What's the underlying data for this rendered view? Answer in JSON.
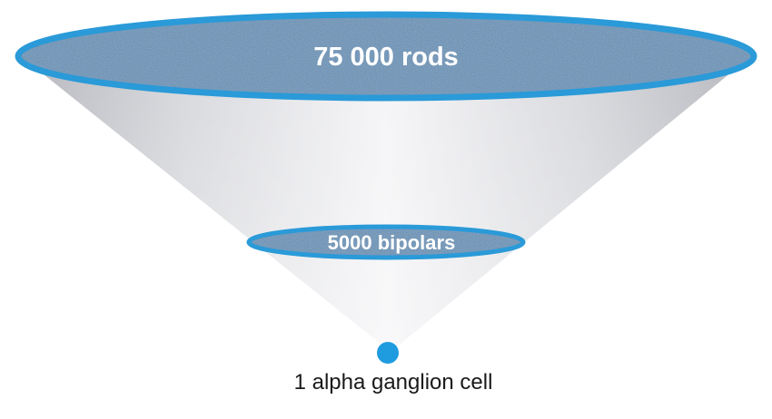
{
  "diagram": {
    "title": "Convergence onto an alpha ganglion cell",
    "levels": [
      {
        "name": "rods",
        "label": "75 000 rods",
        "count": 75000
      },
      {
        "name": "bipolars",
        "label": "5000 bipolars",
        "count": 5000
      },
      {
        "name": "ganglion",
        "label": "1 alpha ganglion cell",
        "count": 1
      }
    ],
    "colors": {
      "ring": "#2a9ad8",
      "ganglion_dot": "#1f9be0",
      "cone_light": "#f4f4f6",
      "cone_dark": "#bfc0c6",
      "texture_base": "#4a6f93"
    }
  }
}
